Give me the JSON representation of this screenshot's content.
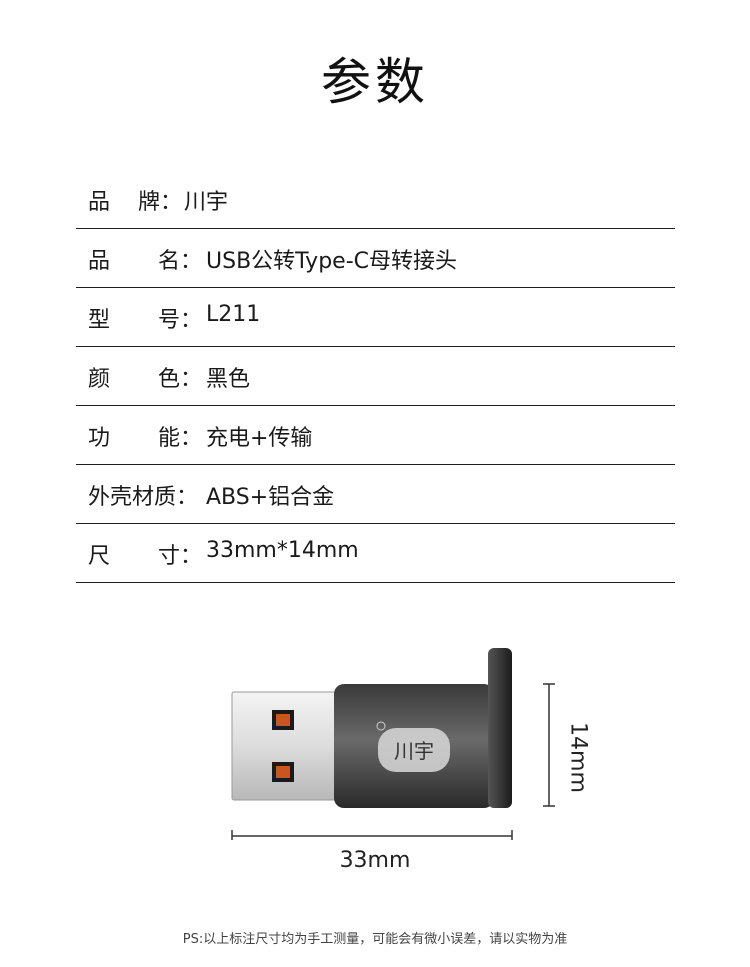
{
  "page": {
    "title": "参数"
  },
  "specs": [
    {
      "label_a": "品",
      "label_b": "牌：",
      "value": "川宇"
    },
    {
      "label_a": "品",
      "label_b": "名：",
      "value": "USB公转Type-C母转接头"
    },
    {
      "label_a": "型",
      "label_b": "号：",
      "value": "L211"
    },
    {
      "label_a": "颜",
      "label_b": "色：",
      "value": "黑色"
    },
    {
      "label_a": "功",
      "label_b": "能：",
      "value": "充电+传输"
    },
    {
      "label_full": "外壳材质：",
      "value": "ABS+铝合金"
    },
    {
      "label_a": "尺",
      "label_b": "寸：",
      "value": "33mm*14mm"
    }
  ],
  "diagram": {
    "width_label": "33mm",
    "height_label": "14mm",
    "logo_text": "川宇"
  },
  "footnote": "PS:以上标注尺寸均为手工测量，可能会有微小误差，请以实物为准"
}
